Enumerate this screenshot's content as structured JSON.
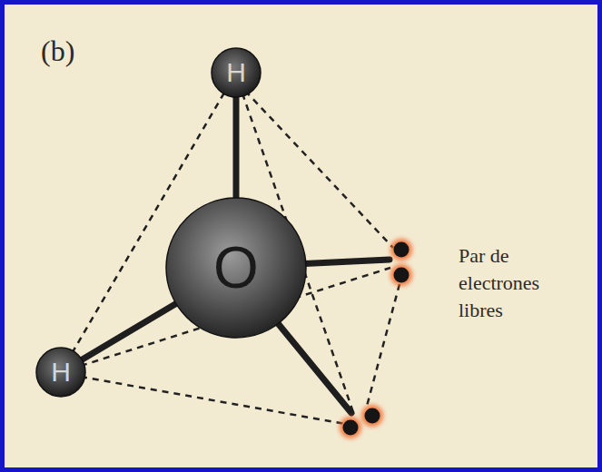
{
  "diagram": {
    "nodes": [
      {
        "text": [
          "H"
        ]
      },
      {
        "text": [
          "O"
        ]
      },
      {
        "text": [
          "H"
        ]
      }
    ],
    "edges": [
      {
        "from": 1,
        "to": 0,
        "arrow": "none"
      },
      {
        "from": 1,
        "to": 2,
        "arrow": "none"
      },
      {
        "from": 0,
        "to": 2,
        "arrow": "none"
      }
    ],
    "labels": [
      "(b)",
      "Par de electrones libres"
    ]
  }
}
